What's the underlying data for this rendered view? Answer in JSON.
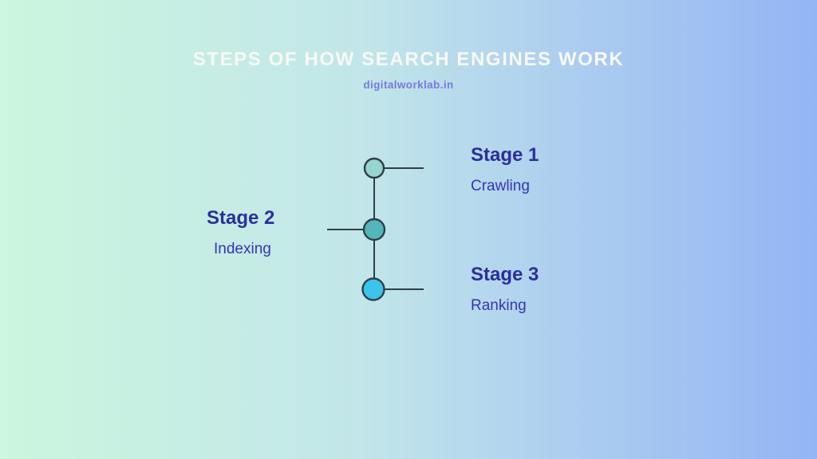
{
  "header": {
    "title": "STEPS OF HOW SEARCH ENGINES WORK",
    "subtitle": "digitalworklab.in"
  },
  "stages": [
    {
      "name": "Stage 1",
      "label": "Crawling",
      "dot_color": "#93d6cf"
    },
    {
      "name": "Stage 2",
      "label": "Indexing",
      "dot_color": "#52b6bb"
    },
    {
      "name": "Stage 3",
      "label": "Ranking",
      "dot_color": "#3cc4ec"
    }
  ],
  "colors": {
    "bg_left": "#ccf6de",
    "bg_mid": "#c2e6e9",
    "bg_blend": "#a9caf0",
    "bg_right": "#93b5f4",
    "title": "#f8f8f4",
    "subtitle": "#767add",
    "stage_heading": "#2b2f9e",
    "stage_label": "#3434bb",
    "line": "#2f3e45"
  }
}
